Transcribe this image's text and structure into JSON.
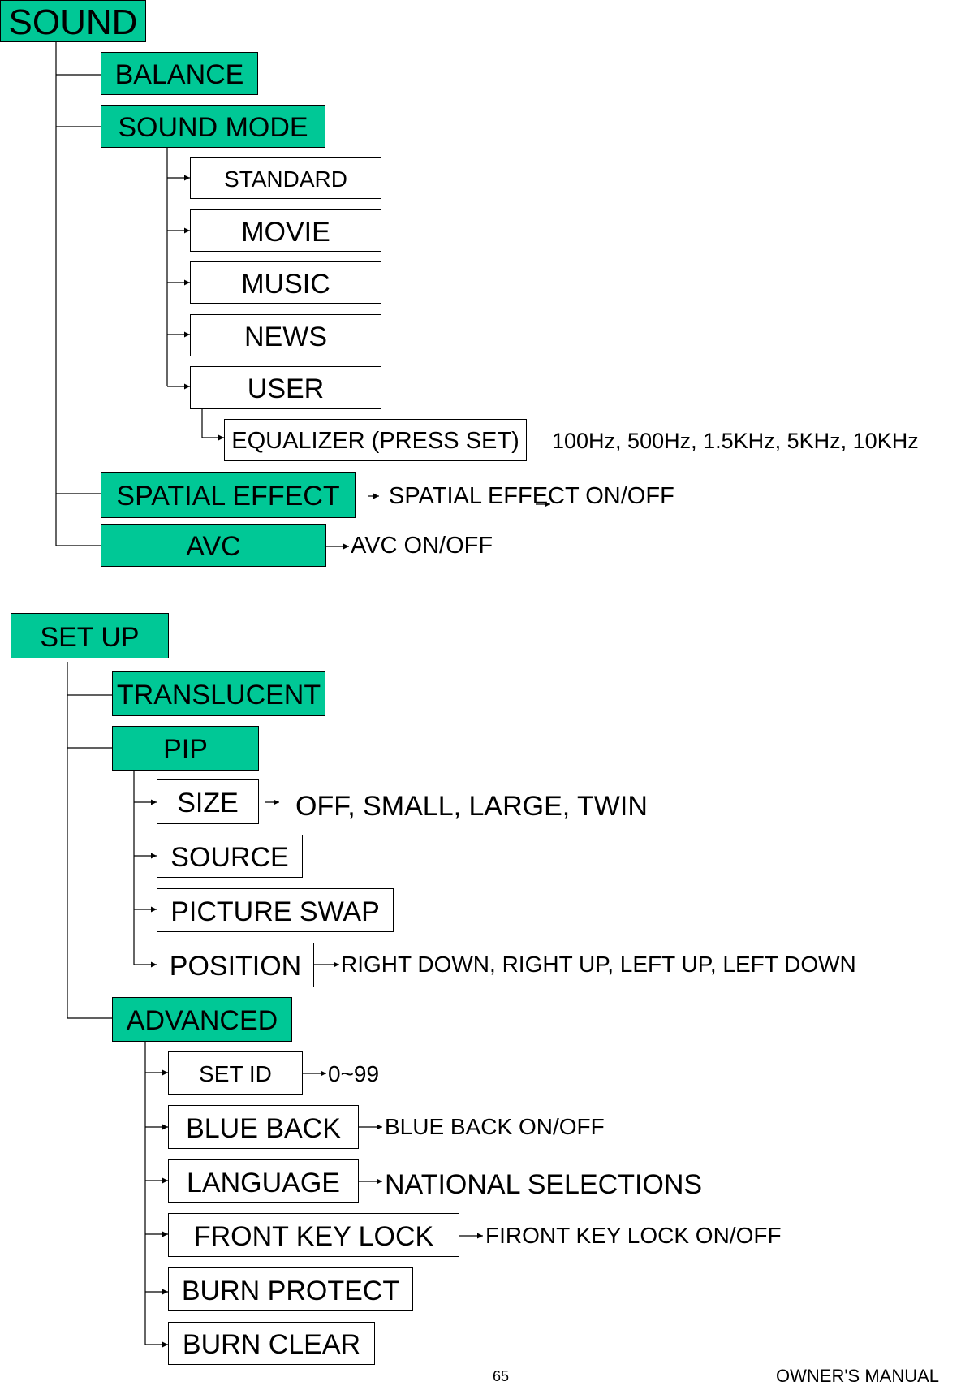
{
  "colors": {
    "menu_fill": "#00c896",
    "line": "#000000"
  },
  "sound": {
    "title": "SOUND",
    "balance": "BALANCE",
    "sound_mode": "SOUND MODE",
    "modes": [
      "STANDARD",
      "MOVIE",
      "MUSIC",
      "NEWS",
      "USER"
    ],
    "equalizer": "EQUALIZER (PRESS SET)",
    "equalizer_bands": "100Hz, 500Hz, 1.5KHz, 5KHz, 10KHz",
    "spatial_effect": "SPATIAL EFFECT",
    "spatial_effect_value": "SPATIAL EFFECT ON/OFF",
    "avc": "AVC",
    "avc_value": "AVC ON/OFF"
  },
  "setup": {
    "title": "SET UP",
    "translucent": "TRANSLUCENT",
    "pip": "PIP",
    "pip_items": {
      "size": "SIZE",
      "size_value": "OFF, SMALL, LARGE, TWIN",
      "source": "SOURCE",
      "picture_swap": "PICTURE SWAP",
      "position": "POSITION",
      "position_value": "RIGHT DOWN, RIGHT UP, LEFT UP, LEFT DOWN"
    },
    "advanced": "ADVANCED",
    "advanced_items": {
      "set_id": "SET ID",
      "set_id_value": "0~99",
      "blue_back": "BLUE BACK",
      "blue_back_value": "BLUE BACK ON/OFF",
      "language": "LANGUAGE",
      "language_value": "NATIONAL SELECTIONS",
      "front_key_lock": "FRONT KEY LOCK",
      "front_key_lock_value": "FIRONT KEY LOCK ON/OFF",
      "burn_protect": "BURN PROTECT",
      "burn_clear": "BURN CLEAR"
    }
  },
  "footer": {
    "page_number": "65",
    "manual_title": "OWNER'S MANUAL"
  }
}
